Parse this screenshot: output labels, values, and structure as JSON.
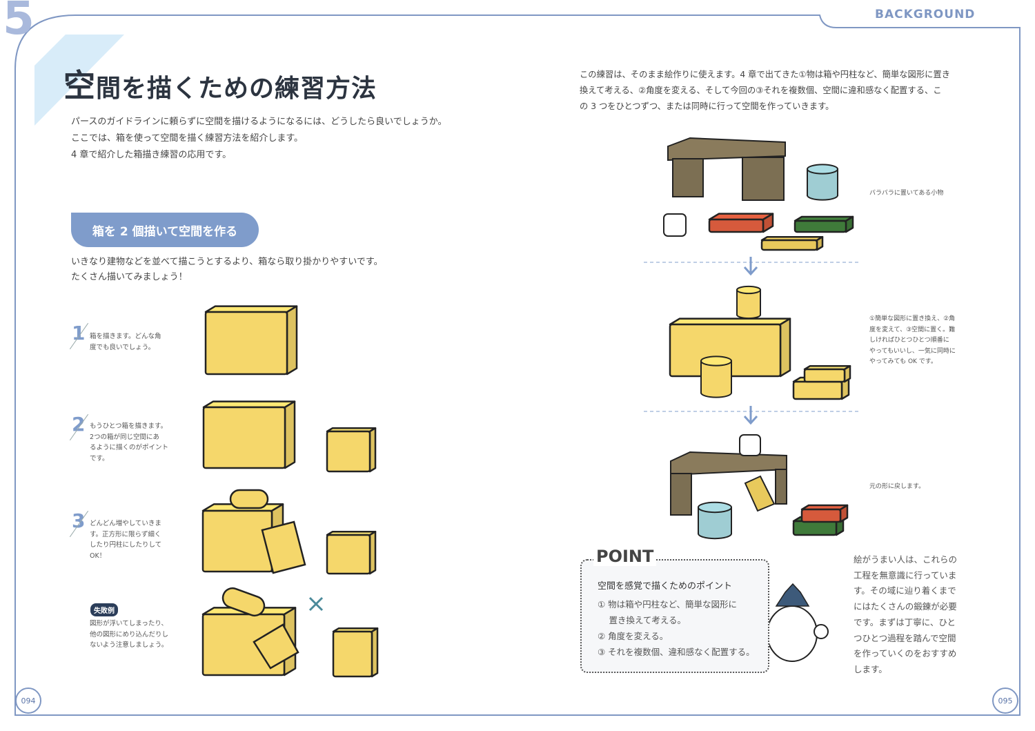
{
  "chapter_number": "5",
  "section_label": "BACKGROUND",
  "left_page": {
    "title_first": "空",
    "title_rest": "間を描くための練習方法",
    "intro": [
      "パースのガイドラインに頼らずに空間を描けるようになるには、どうしたら良いでしょうか。",
      "ここでは、箱を使って空間を描く練習方法を紹介します。",
      "4 章で紹介した箱描き練習の応用です。"
    ],
    "heading": "箱を 2 個描いて空間を作る",
    "lead": [
      "いきなり建物などを並べて描こうとするより、箱なら取り掛かりやすいです。",
      "たくさん描いてみましょう！"
    ],
    "steps": [
      {
        "num": "1",
        "lines": [
          "箱を描きます。どんな角",
          "度でも良いでしょう。"
        ]
      },
      {
        "num": "2",
        "lines": [
          "もうひとつ箱を描きます。",
          "2つの箱が同じ空間にあ",
          "るように描くのがポイント",
          "です。"
        ]
      },
      {
        "num": "3",
        "lines": [
          "どんどん増やしていきま",
          "す。正方形に限らず細く",
          "したり円柱にしたりして",
          "OK！"
        ]
      }
    ],
    "fail_badge": "失敗例",
    "fail_lines": [
      "図形が浮いてしまったり、",
      "他の図形にめり込んだりし",
      "ないよう注意しましょう。"
    ],
    "page_number": "094"
  },
  "right_page": {
    "intro": [
      "この練習は、そのまま絵作りに使えます。4 章で出てきた①物は箱や円柱など、簡単な図形に置き",
      "換えて考える、②角度を変える、そして今回の③それを複数個、空間に違和感なく配置する、こ",
      "の 3 つをひとつずつ、または同時に行って空間を作っていきます。"
    ],
    "caption1": "バラバラに置いてある小物",
    "caption2": [
      "①簡単な図形に置き換え、②角",
      "度を変えて、③空間に置く。難",
      "しければひとつひとつ順番に",
      "やってもいいし、一気に同時に",
      "やってみても OK です。"
    ],
    "caption3": "元の形に戻します。",
    "point_label": "POINT",
    "point_title": "空間を感覚で描くためのポイント",
    "point_items": [
      "① 物は箱や円柱など、簡単な図形に",
      "　 置き換えて考える。",
      "② 角度を変える。",
      "③ それを複数個、違和感なく配置する。"
    ],
    "closing": [
      "絵がうまい人は、これらの",
      "工程を無意識に行っていま",
      "す。その域に辿り着くまで",
      "にはたくさんの鍛錬が必要",
      "です。まずは丁寧に、ひと",
      "つひとつ過程を踏んで空間",
      "を作っていくのをおすすめ",
      "します。"
    ],
    "page_number": "095"
  },
  "colors": {
    "accent": "#7f97c3",
    "box_yellow": "#f5d76b",
    "furniture": "#8a7b5c"
  }
}
